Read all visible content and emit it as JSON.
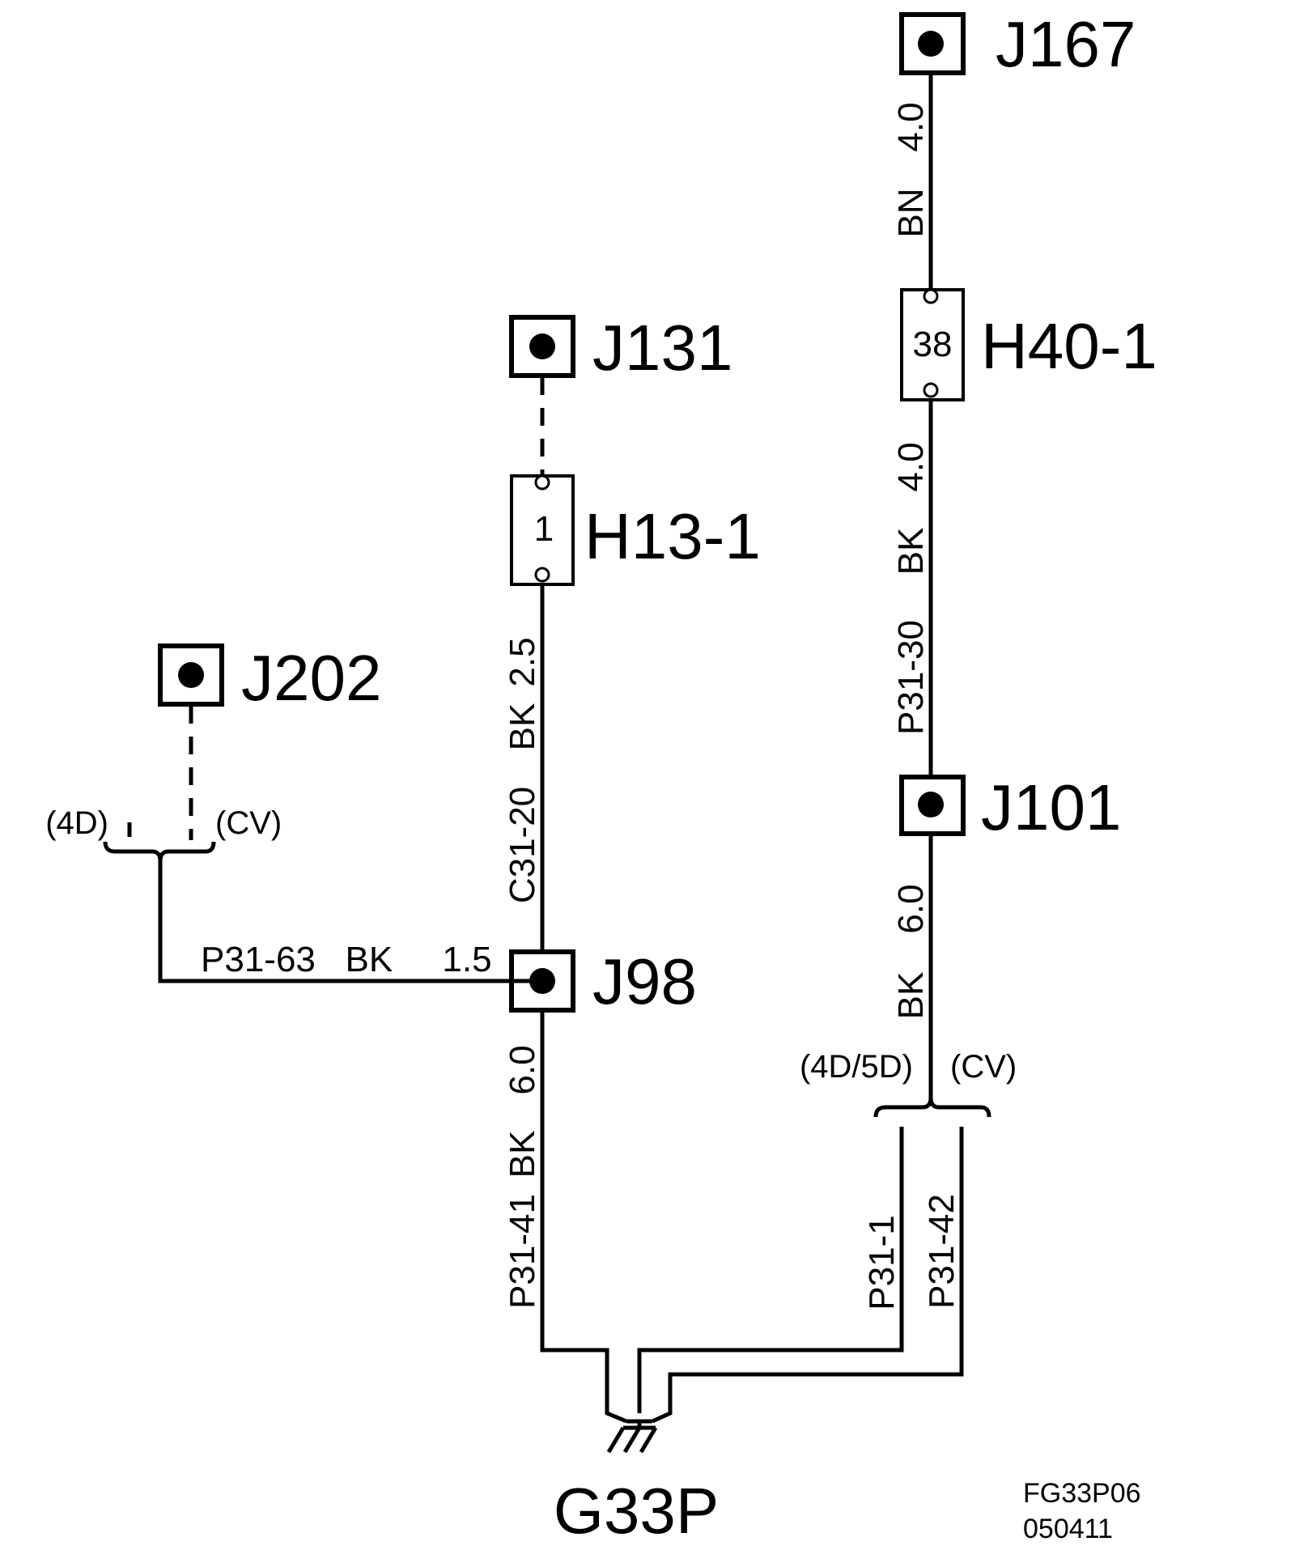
{
  "components": {
    "J167": "J167",
    "H40_1": "H40-1",
    "H40_1_pin": "38",
    "J131": "J131",
    "H13_1": "H13-1",
    "H13_1_pin": "1",
    "J202": "J202",
    "J98": "J98",
    "J101": "J101",
    "G33P": "G33P"
  },
  "wires": {
    "j167_h40_gauge": "4.0",
    "j167_h40_color": "BN",
    "h40_j101_gauge": "4.0",
    "h40_j101_color": "BK",
    "h40_j101_id": "P31-30",
    "h13_j98_gauge": "2.5",
    "h13_j98_color": "BK",
    "h13_j98_id": "C31-20",
    "j202_j98_label": "P31-63   BK     1.5",
    "j98_ground_gauge": "6.0",
    "j98_ground_color": "BK",
    "j98_ground_id": "P31-41",
    "j101_split_gauge": "6.0",
    "j101_split_color": "BK",
    "split_left_id": "P31-1",
    "split_right_id": "P31-42"
  },
  "variants": {
    "left_4d": "(4D)",
    "left_cv": "(CV)",
    "right_4d5d": "(4D/5D)",
    "right_cv": "(CV)"
  },
  "figure": {
    "code": "FG33P06",
    "date": "050411"
  }
}
